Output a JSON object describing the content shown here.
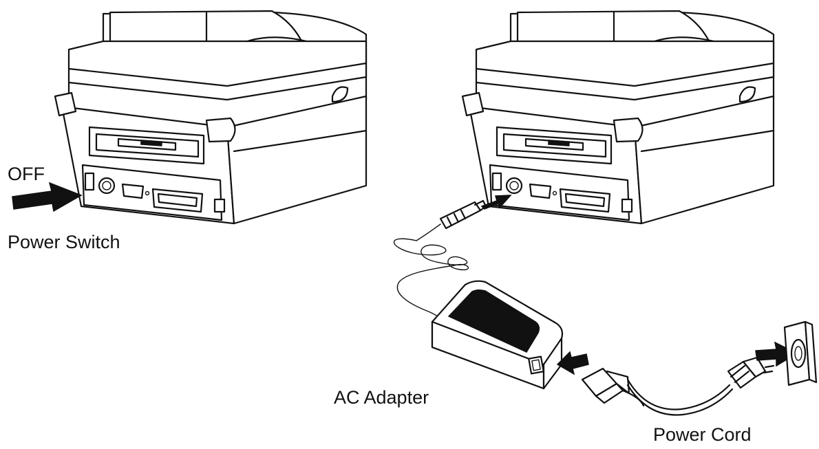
{
  "labels": {
    "off": "OFF",
    "power_switch": "Power Switch",
    "ac_adapter": "AC Adapter",
    "power_cord": "Power Cord"
  },
  "colors": {
    "line": "#111111",
    "background": "#ffffff"
  },
  "icons": [
    "printer-left",
    "printer-right",
    "arrow-icon",
    "ac-adapter",
    "power-cord",
    "wall-outlet"
  ]
}
